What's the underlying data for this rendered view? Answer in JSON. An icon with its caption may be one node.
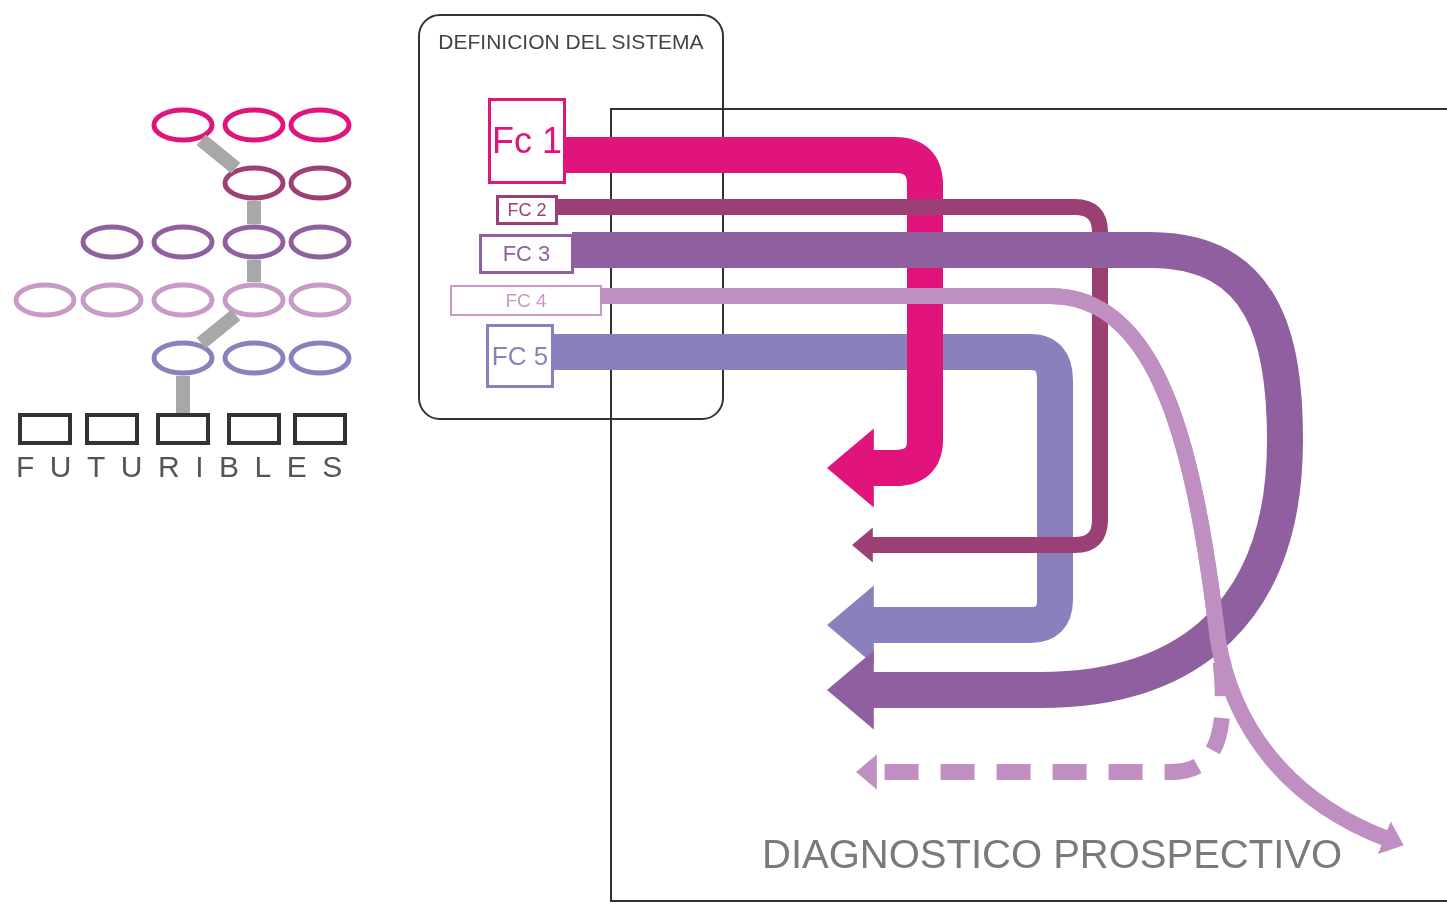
{
  "diagram": {
    "nodes": [
      {
        "text": [
          "DEFINICION DEL SISTEMA"
        ]
      },
      {
        "text": [
          "Fc 1"
        ],
        "in": 0
      },
      {
        "text": [
          "FC 2"
        ],
        "in": 0
      },
      {
        "text": [
          "FC 3"
        ],
        "in": 0
      },
      {
        "text": [
          "FC 4"
        ],
        "in": 0
      },
      {
        "text": [
          "FC 5"
        ],
        "in": 0
      },
      {
        "text": [
          "DIAGNOSTICO PROSPECTIVO"
        ]
      },
      {
        "text": [],
        "shape": "ellipse"
      },
      {
        "text": [],
        "shape": "ellipse"
      },
      {
        "text": [],
        "shape": "ellipse"
      },
      {
        "text": [],
        "shape": "ellipse"
      },
      {
        "text": [],
        "shape": "ellipse"
      },
      {
        "text": [],
        "shape": "ellipse"
      },
      {
        "text": [],
        "shape": "ellipse"
      },
      {
        "text": [],
        "shape": "ellipse"
      },
      {
        "text": [],
        "shape": "ellipse"
      },
      {
        "text": [],
        "shape": "ellipse"
      },
      {
        "text": [],
        "shape": "ellipse"
      },
      {
        "text": [],
        "shape": "ellipse"
      },
      {
        "text": [],
        "shape": "ellipse"
      },
      {
        "text": [],
        "shape": "ellipse"
      },
      {
        "text": [],
        "shape": "ellipse"
      },
      {
        "text": [],
        "shape": "ellipse"
      },
      {
        "text": [],
        "shape": "ellipse"
      },
      {
        "text": [],
        "shape": "box"
      },
      {
        "text": [],
        "shape": "box"
      },
      {
        "text": [],
        "shape": "box"
      },
      {
        "text": [],
        "shape": "box"
      },
      {
        "text": [],
        "shape": "box"
      }
    ],
    "edges": [
      {
        "from": 1,
        "to": 6,
        "arrow": "to",
        "style": "thick",
        "color": "#e0147a"
      },
      {
        "from": 2,
        "to": 6,
        "arrow": "to",
        "color": "#9b3f74"
      },
      {
        "from": 3,
        "to": 6,
        "arrow": "to",
        "style": "thick",
        "color": "#8f5fa0"
      },
      {
        "from": 4,
        "to": 6,
        "arrow": "to",
        "color": "#c08fc2"
      },
      {
        "from": 4,
        "to": 6,
        "arrow": "to",
        "style": "dashed",
        "color": "#c08fc2"
      },
      {
        "from": 5,
        "to": 6,
        "arrow": "to",
        "style": "thick",
        "color": "#8a80bc"
      },
      {
        "from": 7,
        "to": 10,
        "arrow": "none",
        "color": "#a8a8a8"
      },
      {
        "from": 10,
        "to": 14,
        "arrow": "none",
        "color": "#a8a8a8"
      },
      {
        "from": 14,
        "to": 19,
        "arrow": "none",
        "color": "#a8a8a8"
      },
      {
        "from": 19,
        "to": 21,
        "arrow": "none",
        "color": "#a8a8a8"
      },
      {
        "from": 21,
        "to": 26,
        "arrow": "none",
        "color": "#a8a8a8"
      }
    ],
    "labels": [
      "FUTURIBLES"
    ]
  }
}
